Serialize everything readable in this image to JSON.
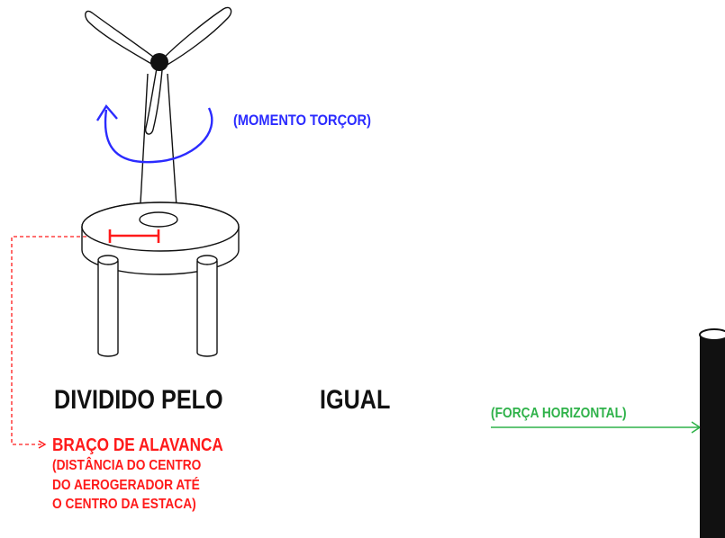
{
  "colors": {
    "ink": "#111111",
    "moment": "#2b2bff",
    "arm": "#ff1a1a",
    "force": "#2fb24a"
  },
  "labels": {
    "moment": "(MOMENTO TORÇOR)",
    "divided_by": "DIVIDIDO PELO",
    "equal": "IGUAL",
    "horizontal_force": "(FORÇA HORIZONTAL)",
    "lever_arm": "BRAÇO DE ALAVANCA",
    "lever_arm_description": [
      "(DISTÂNCIA DO CENTRO",
      "DO AEROGERADOR ATÉ",
      "O CENTRO DA ESTACA)"
    ]
  },
  "icons": [
    "wind-turbine-icon",
    "rotation-arrow-icon",
    "pile-icon"
  ]
}
